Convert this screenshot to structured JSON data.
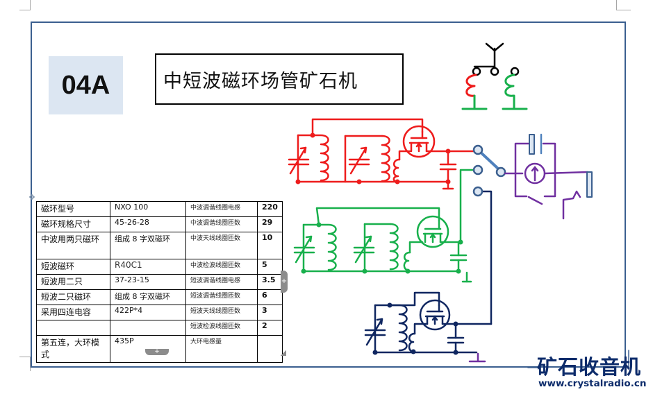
{
  "document": {
    "code": "04A",
    "title": "中短波磁环场管矿石机"
  },
  "spec_table": {
    "rows": [
      {
        "label": "磁环型号",
        "value": "NXO 100",
        "param": "中波调谐线圈电感",
        "param_value": "220"
      },
      {
        "label": "磁环规格尺寸",
        "value": "45-26-28",
        "param": "中波调谐线圈匝数",
        "param_value": "29"
      },
      {
        "label": "中波用两只磁环",
        "value": "组成 8 字双磁环",
        "param": "中波天线线圈匝数",
        "param_value": "10"
      },
      {
        "label": "短波磁环",
        "value": "R40C1",
        "param": "中波检波线圈匝数",
        "param_value": "5"
      },
      {
        "label": "短波用二只",
        "value": "37-23-15",
        "param": "短波调谐线圈电感",
        "param_value": "3.5"
      },
      {
        "label": "短波二只磁环",
        "value": "组成 8 字双磁环",
        "param": "短波调谐线圈匝数",
        "param_value": "6"
      },
      {
        "label": "采用四连电容",
        "value": "422P*4",
        "param": "短波天线线圈匝数",
        "param_value": "3"
      },
      {
        "label": "",
        "value": "",
        "param": "短波检波线圈匝数",
        "param_value": "2"
      },
      {
        "label": "第五连，大环模式",
        "value": "435P",
        "param": "大环电感量",
        "param_value": ""
      }
    ],
    "controls": {
      "move_handle": "✥",
      "add_column": "+",
      "add_row": "+"
    }
  },
  "schematic": {
    "colors": {
      "mw_circuit": "#ee1c1c",
      "sw_circuit": "#18b04c",
      "loop_circuit": "#0f2660",
      "output_circuit": "#7030a0",
      "switch": "#4f81bd",
      "terminal_fill": "#dce6f2",
      "terminal_stroke": "#3b5f8f",
      "antenna": "#000000"
    }
  },
  "logo": {
    "name": "矿石收音机",
    "url": "www.crystalradio.cn"
  }
}
